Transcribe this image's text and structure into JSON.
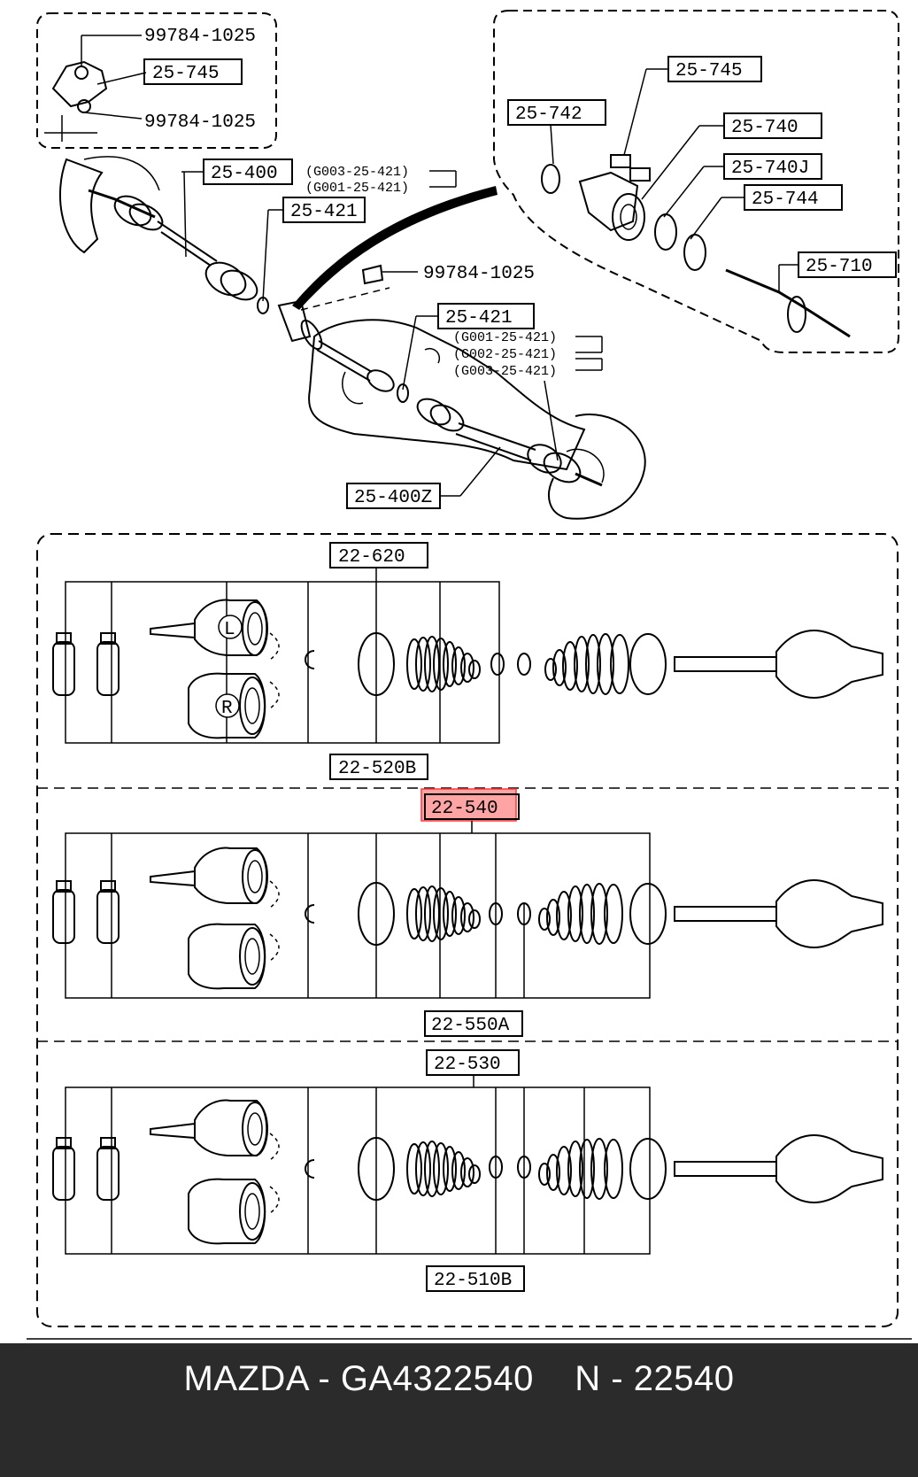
{
  "top": {
    "inset_left": {
      "code_a": "99784-1025",
      "code_b": "25-745",
      "code_c": "99784-1025"
    },
    "shaft_lh": {
      "code": "25-400",
      "alt1": "(G003-25-421)",
      "alt2": "(G001-25-421)"
    },
    "ring_lh": {
      "code": "25-421"
    },
    "bolt": {
      "code": "99784-1025"
    },
    "ring_rh": {
      "code": "25-421",
      "alt1": "(G001-25-421)",
      "alt2": "(G002-25-421)",
      "alt3": "(G003-25-421)"
    },
    "shaft_rh": {
      "code": "25-400Z"
    },
    "inset_right": {
      "c745": "25-745",
      "c742": "25-742",
      "c740": "25-740",
      "c740j": "25-740J",
      "c744": "25-744",
      "c710": "25-710"
    }
  },
  "sections": [
    {
      "top_code": "22-620",
      "bottom_code": "22-520B",
      "joint_left": "L",
      "joint_right": "R"
    },
    {
      "top_code": "22-540",
      "bottom_code": "22-550A",
      "highlight": true
    },
    {
      "top_code": "22-530",
      "bottom_code": "22-510B"
    }
  ],
  "footer": {
    "text": "MAZDA - GA4322540    N - 22540"
  },
  "colors": {
    "highlight": "#ff5a5a",
    "ink": "#000000",
    "footer_bg": "#2b2b2b"
  }
}
